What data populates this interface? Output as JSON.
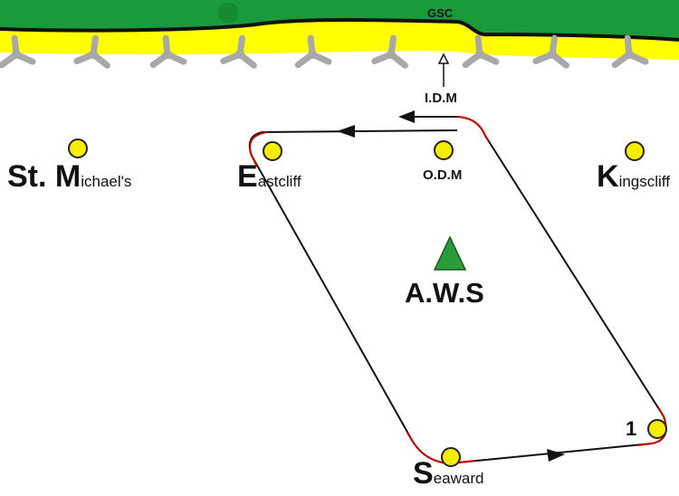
{
  "colors": {
    "land": "#1a9a3a",
    "beach": "#ffff00",
    "sea": "#ffffff",
    "buoy": "#f5ee00",
    "buoy_outline": "#222222",
    "course_line": "#111111",
    "course_turn": "#cc0000",
    "aws_marker": "#2a9d3a"
  },
  "map": {
    "shore_label": "GSC",
    "idm_label": "I.D.M",
    "aws_label": "A.W.S",
    "marks": {
      "st_michaels": {
        "initial": "St. M",
        "rest": "ichael's"
      },
      "eastcliff": {
        "initial": "E",
        "rest": "astcliff"
      },
      "odm": {
        "label": "O.D.M"
      },
      "kingscliff": {
        "initial": "K",
        "rest": "ingscliff"
      },
      "seaward": {
        "initial": "S",
        "rest": "eaward"
      },
      "mark_1": {
        "label": "1"
      }
    },
    "icons": {
      "groyne": "tripod-groyne-icon",
      "buoy": "yellow-buoy-icon",
      "aws": "green-triangle-icon",
      "arrow": "direction-arrow-icon"
    }
  }
}
